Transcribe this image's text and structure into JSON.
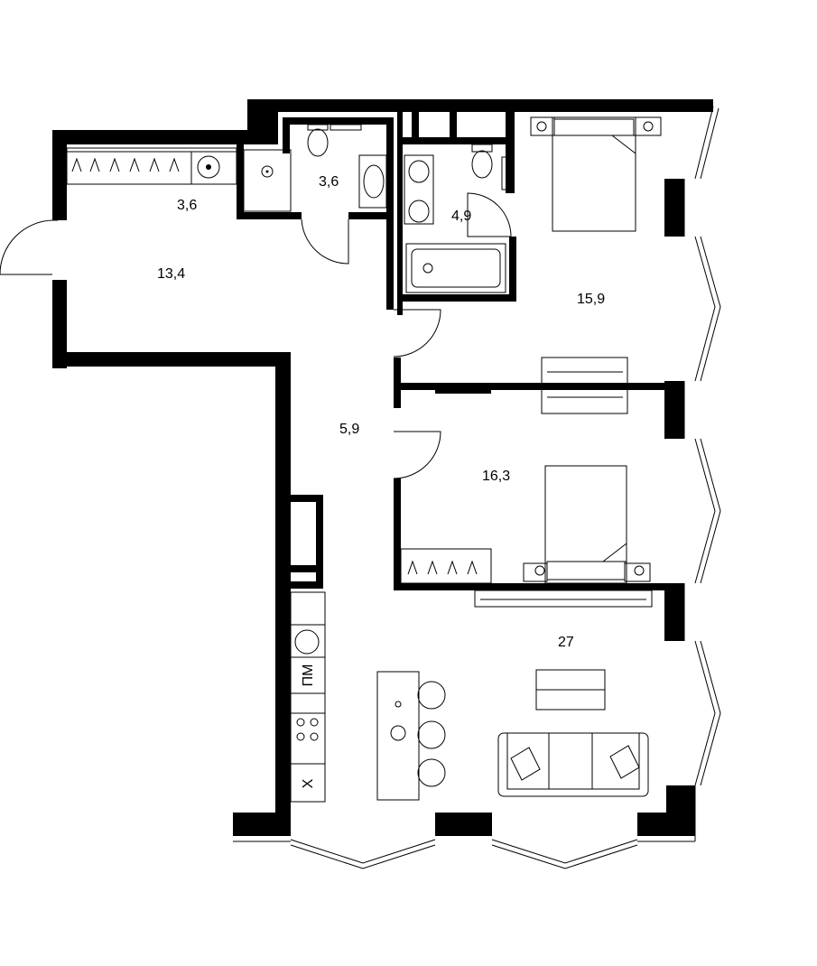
{
  "rooms": [
    {
      "id": "wardrobe",
      "area": "3,6"
    },
    {
      "id": "bathroom-1",
      "area": "3,6"
    },
    {
      "id": "hall",
      "area": "13,4"
    },
    {
      "id": "bathroom-2",
      "area": "4,9"
    },
    {
      "id": "bedroom-1",
      "area": "15,9"
    },
    {
      "id": "corridor",
      "area": "5,9"
    },
    {
      "id": "bedroom-2",
      "area": "16,3"
    },
    {
      "id": "living-kitchen",
      "area": "27"
    }
  ],
  "appliances": {
    "dishwasher": "ПМ",
    "fridge": "Х"
  },
  "colors": {
    "wall": "#000000",
    "background": "#ffffff",
    "line": "#000000"
  }
}
